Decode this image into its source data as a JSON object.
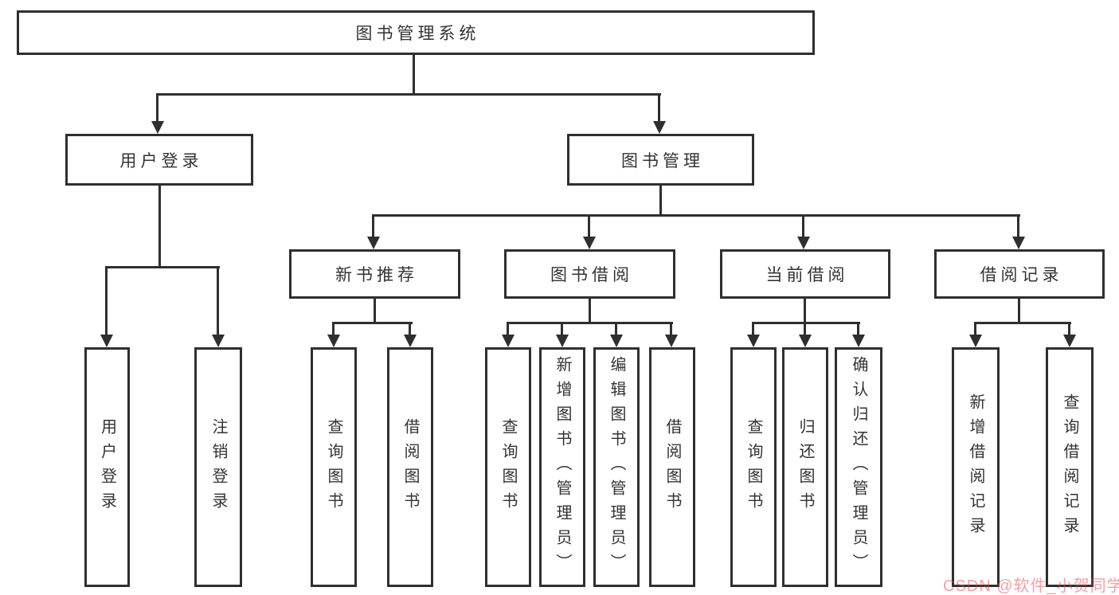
{
  "title": "图书管理系统",
  "colors": {
    "line": "#2f2f2f",
    "text": "#333333",
    "background": "#ffffff",
    "watermark": "#e14650",
    "watermark_opacity": "0.5"
  },
  "tree": {
    "root": {
      "label": "图书管理系统"
    },
    "branches": [
      {
        "label": "用户登录",
        "children": [
          {
            "label": "用户登录"
          },
          {
            "label": "注销登录"
          }
        ]
      },
      {
        "label": "图书管理",
        "groups": [
          {
            "label": "新书推荐",
            "children": [
              {
                "label": "查询图书"
              },
              {
                "label": "借阅图书"
              }
            ]
          },
          {
            "label": "图书借阅",
            "children": [
              {
                "label": "查询图书"
              },
              {
                "label": "新增图书（管理员）"
              },
              {
                "label": "编辑图书（管理员）"
              },
              {
                "label": "借阅图书"
              }
            ]
          },
          {
            "label": "当前借阅",
            "children": [
              {
                "label": "查询图书"
              },
              {
                "label": "归还图书"
              },
              {
                "label": "确认归还（管理员）"
              }
            ]
          },
          {
            "label": "借阅记录",
            "children": [
              {
                "label": "新增借阅记录"
              },
              {
                "label": "查询借阅记录"
              }
            ]
          }
        ]
      }
    ]
  },
  "watermark": {
    "text": "CSDN @软件_小贺同学"
  }
}
